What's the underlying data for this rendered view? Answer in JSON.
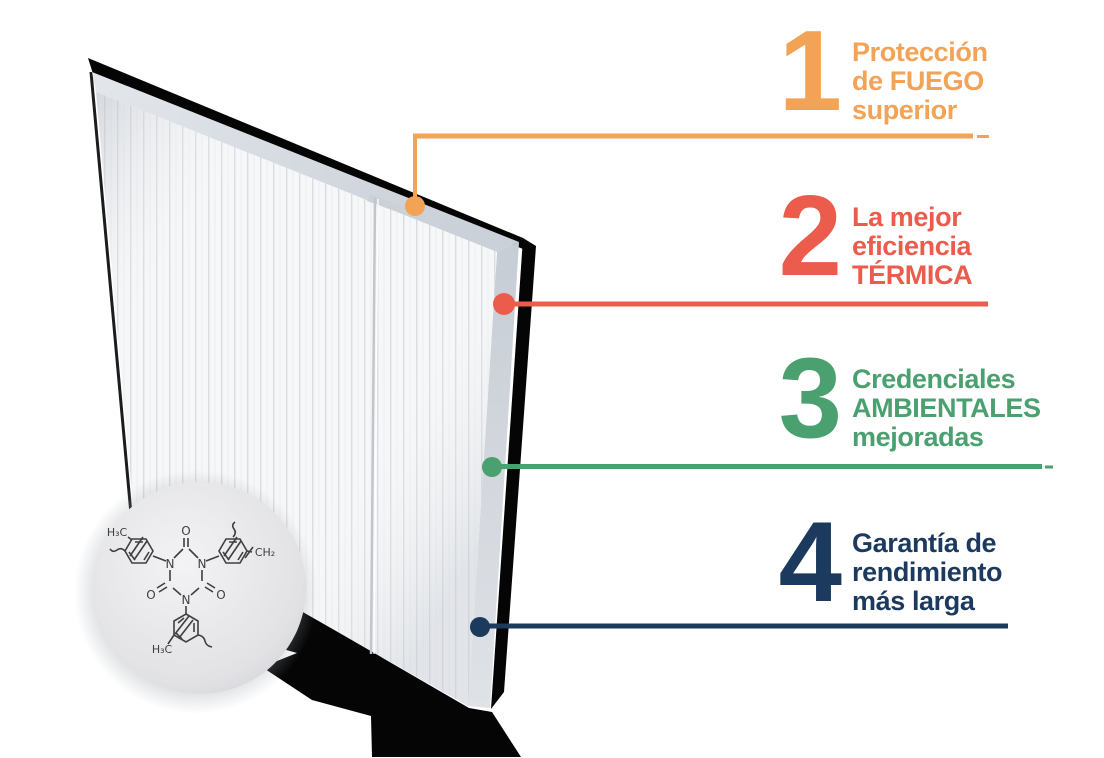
{
  "items": [
    {
      "number": "1",
      "color": "#F2A355",
      "lines": [
        "Protección",
        "de FUEGO",
        "superior"
      ]
    },
    {
      "number": "2",
      "color": "#EB5C4C",
      "lines": [
        "La mejor",
        "eficiencia",
        "TÉRMICA"
      ]
    },
    {
      "number": "3",
      "color": "#4BA06F",
      "lines": [
        "Credenciales",
        "AMBIENTALES",
        "mejoradas"
      ]
    },
    {
      "number": "4",
      "color": "#1C3A5E",
      "lines": [
        "Garantía de",
        "rendimiento",
        "más larga"
      ]
    }
  ],
  "molecule": {
    "labels": {
      "n": "N",
      "o": "O",
      "h3c": "H₃C",
      "ch2": "CH₂"
    }
  },
  "colors": {
    "panel_shadow": "#050505",
    "panel_face": "#f6f7f8",
    "panel_side": "#ccd1d9"
  }
}
